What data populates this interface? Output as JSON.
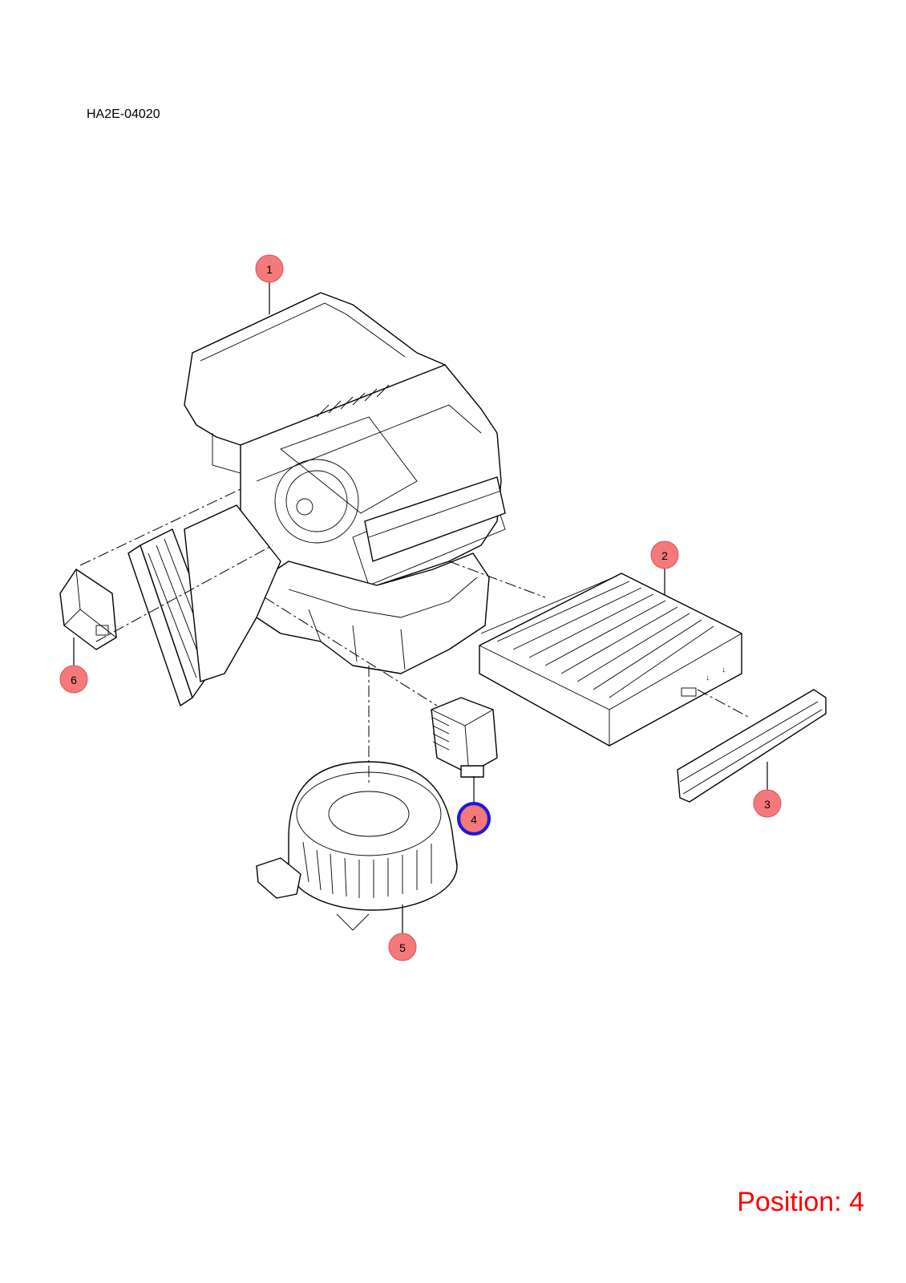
{
  "diagram_code": "HA2E-04020",
  "position_label": "Position: 4",
  "highlighted_callout": "4",
  "colors": {
    "callout_fill": "#f4797b",
    "highlight_ring": "#1a1adf",
    "position_text": "#ff0000"
  },
  "callouts": [
    {
      "label": "1"
    },
    {
      "label": "2"
    },
    {
      "label": "3"
    },
    {
      "label": "4"
    },
    {
      "label": "5"
    },
    {
      "label": "6"
    }
  ]
}
